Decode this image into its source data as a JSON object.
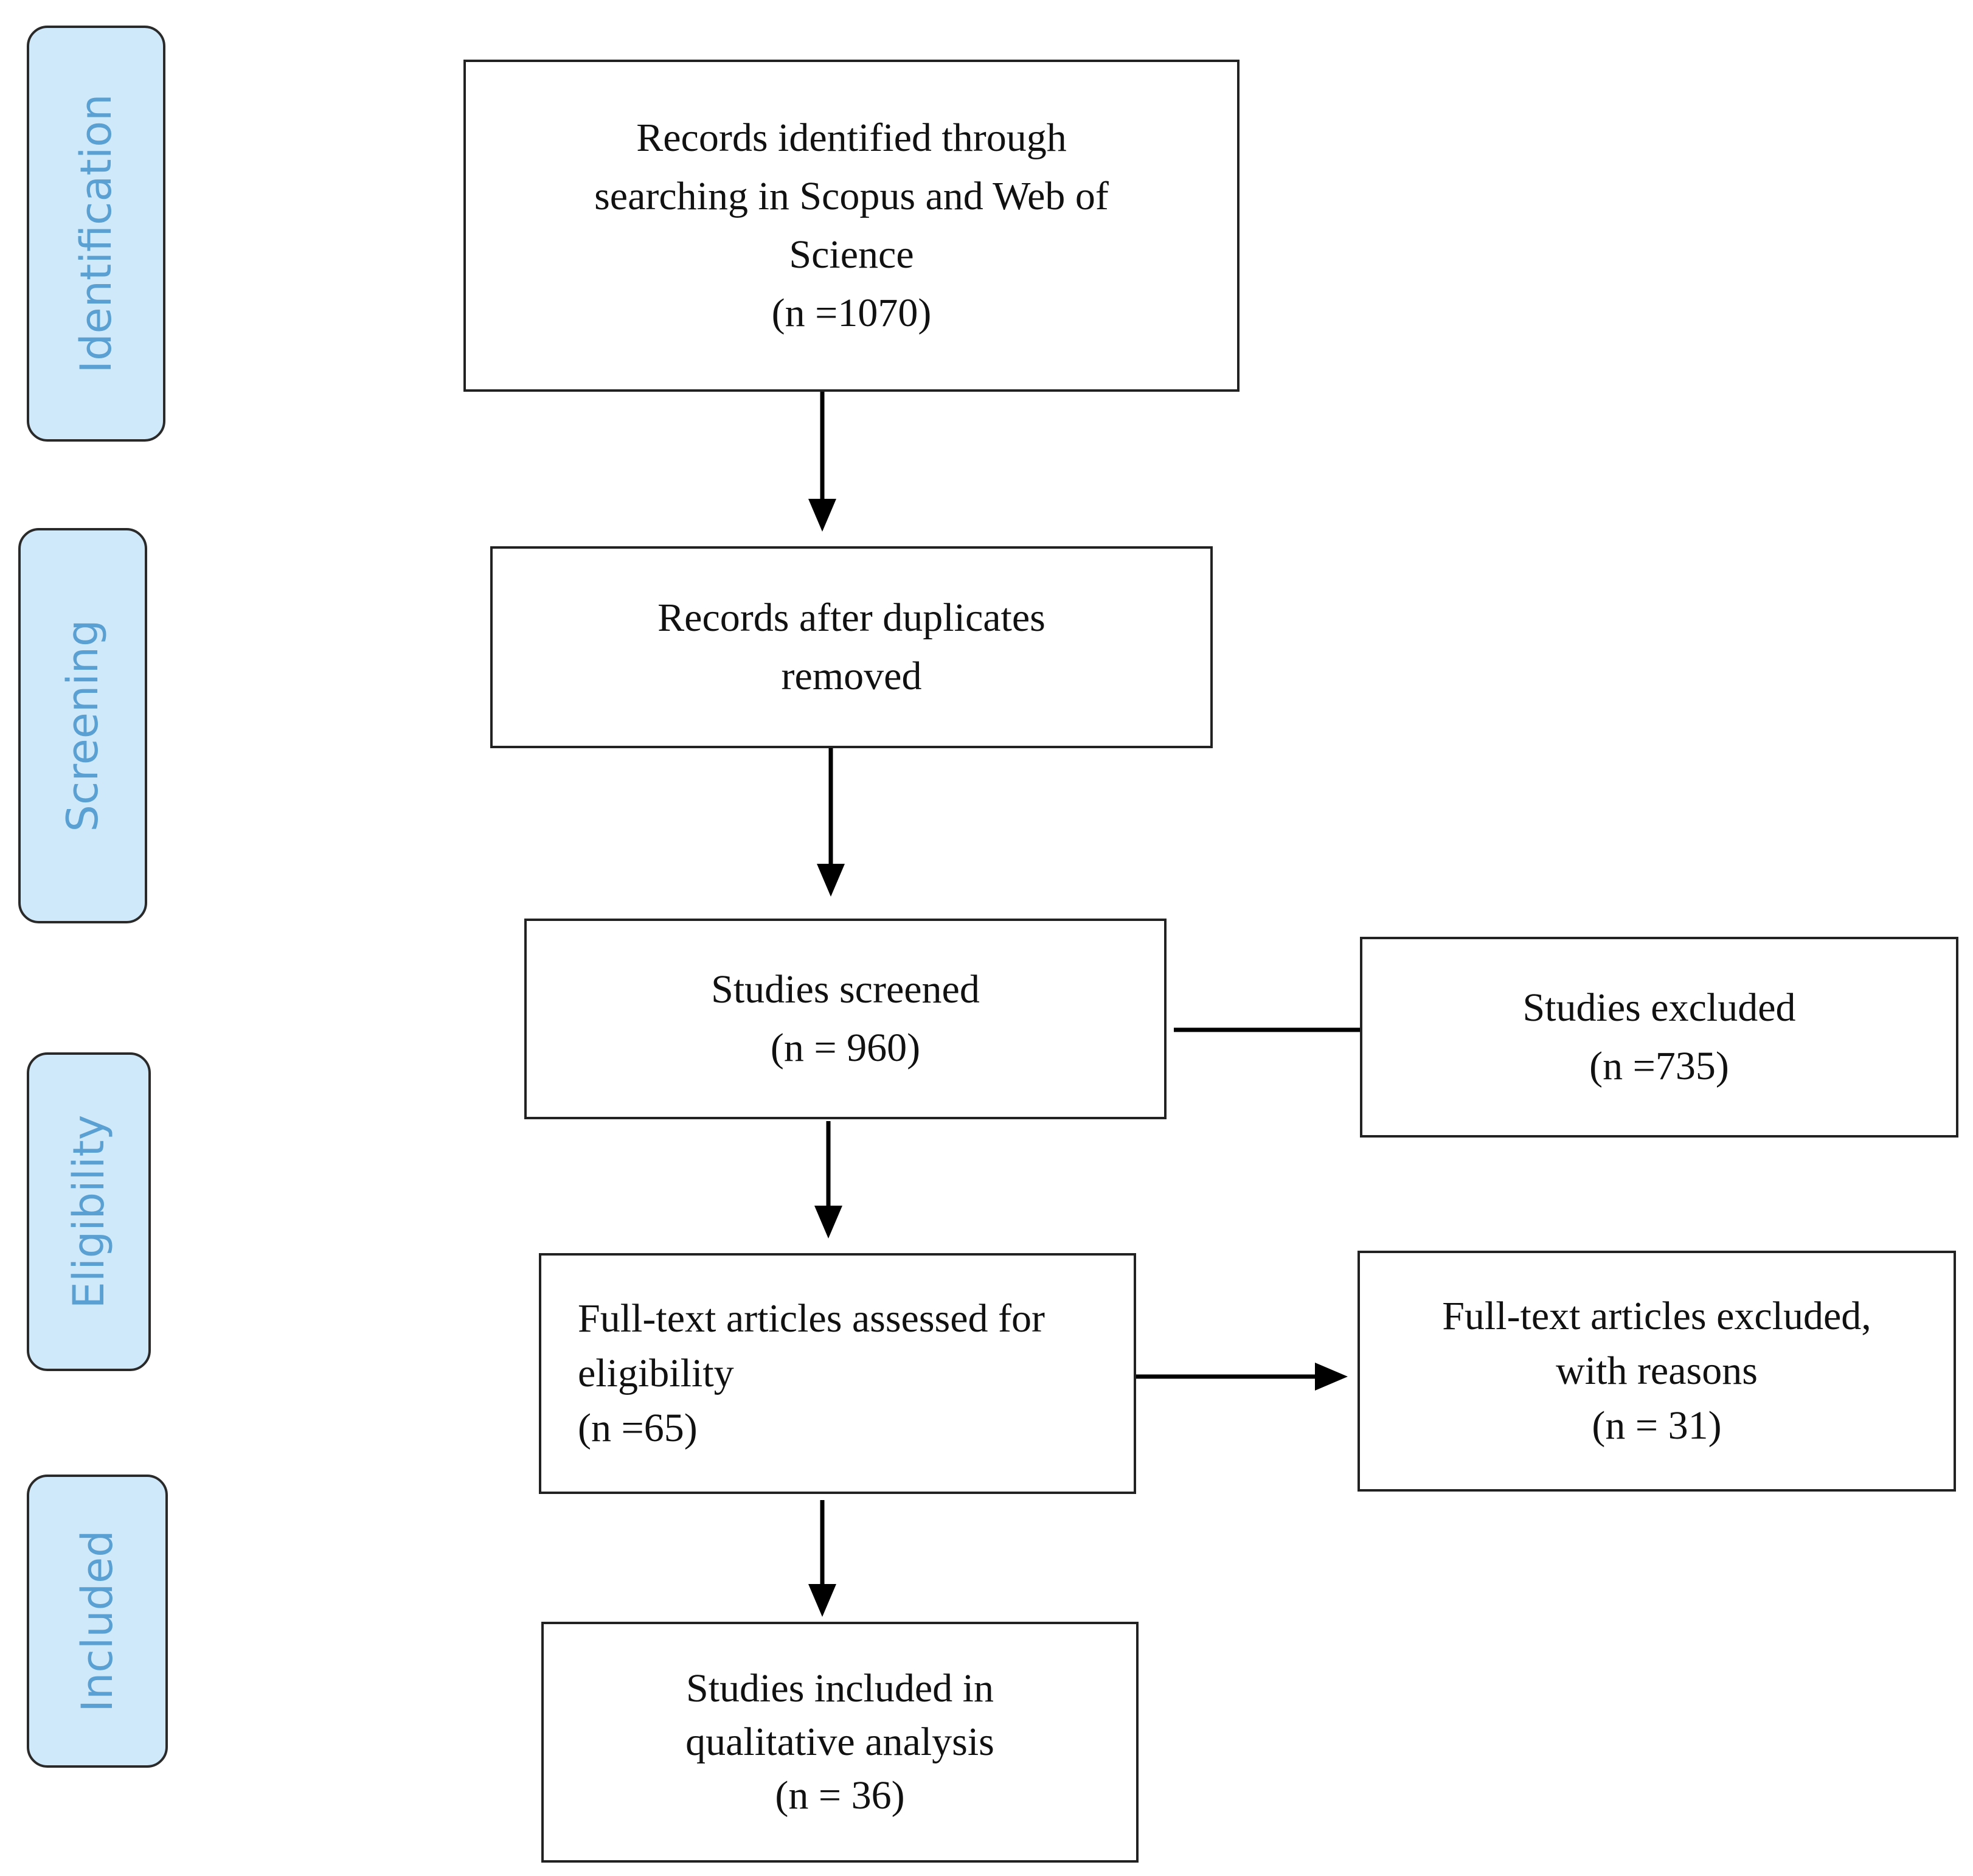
{
  "stages": {
    "identification": "Identification",
    "screening": "Screening",
    "eligibility": "Eligibility",
    "included": "Included"
  },
  "boxes": {
    "identified": {
      "lines": [
        "Records identified through",
        "searching in Scopus and Web of",
        "Science"
      ],
      "count": "(n =1070)"
    },
    "deduplicated": {
      "lines": [
        "Records after duplicates",
        "removed"
      ]
    },
    "screened": {
      "lines": [
        "Studies screened"
      ],
      "count": "(n = 960)"
    },
    "excluded": {
      "lines": [
        "Studies excluded"
      ],
      "count": "(n =735)"
    },
    "fulltext_assessed": {
      "lines": [
        "Full-text articles assessed for",
        "eligibility"
      ],
      "count": "(n =65)"
    },
    "fulltext_excluded": {
      "lines": [
        "Full-text articles excluded,",
        "with reasons"
      ],
      "count": "(n = 31)"
    },
    "included": {
      "lines": [
        "Studies included in",
        "qualitative analysis"
      ],
      "count": "(n = 36)"
    }
  },
  "colors": {
    "stage_fill": "#cfe9fa",
    "stage_text": "#5aa0d2",
    "border": "#222222",
    "arrow": "#000000"
  }
}
